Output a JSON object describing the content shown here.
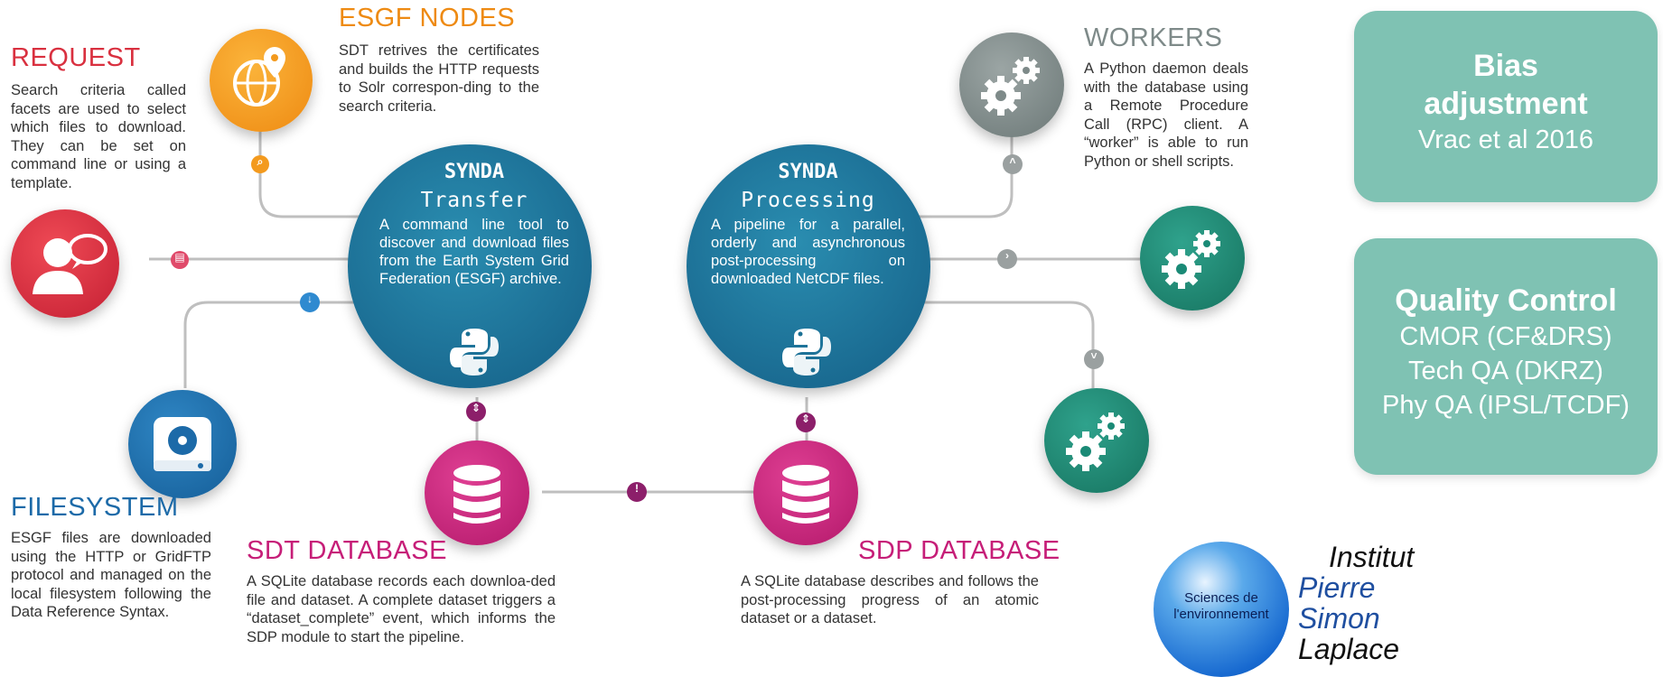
{
  "request": {
    "title": "REQUEST",
    "text": "Search criteria called facets are used to select which files to download. They can be set on command line or using a template."
  },
  "esgf_nodes": {
    "title": "ESGF NODES",
    "text": "SDT retrives the certificates and builds the HTTP requests to Solr correspon-ding to the search criteria."
  },
  "workers": {
    "title": "WORKERS",
    "text": "A Python daemon deals with the database using a Remote Procedure Call (RPC) client. A “worker” is able to run Python or shell scripts."
  },
  "filesystem": {
    "title": "FILESYSTEM",
    "text": "ESGF files are downloaded using the HTTP or GridFTP protocol and managed on the local filesystem following the Data Reference Syntax."
  },
  "sdt_database": {
    "title": "SDT DATABASE",
    "text": "A SQLite database records each downloa-ded file and dataset. A complete dataset triggers a “dataset_complete” event, which informs the SDP module to start the pipeline."
  },
  "sdp_database": {
    "title": "SDP DATABASE",
    "text": "A SQLite database describes and follows the post-processing progress of an atomic dataset or a dataset."
  },
  "synda_transfer": {
    "name": "SYNDA",
    "sub": "Transfer",
    "text": "A command line tool to discover and download files from the Earth System Grid Federation (ESGF) archive."
  },
  "synda_processing": {
    "name": "SYNDA",
    "sub": "Processing",
    "text": "A pipeline for a parallel, orderly and asynchronous post-processing on downloaded NetCDF files."
  },
  "bias_box": {
    "bold": "Bias adjustment",
    "line1": "Vrac et al 2016"
  },
  "qc_box": {
    "bold": "Quality Control",
    "line1": "CMOR (CF&DRS)",
    "line2": "Tech QA (DKRZ)",
    "line3": "Phy QA (IPSL/TCDF)"
  },
  "logo": {
    "globe_text": "Sciences de l'environnement",
    "institut": "Institut",
    "pierre": "Pierre",
    "simon": "Simon",
    "laplace": "Laplace"
  },
  "colors": {
    "request": "#d9303f",
    "esgf": "#f39a1e",
    "synda": "#1a6f94",
    "database": "#c61e78",
    "filesystem": "#1c6aa8",
    "workers_gray": "#7e8a89",
    "workers_teal": "#1a8a76",
    "box": "#7fc2b3",
    "logo_blue": "#1f4fa0"
  },
  "icons": [
    "user-speech-icon",
    "globe-pin-icon",
    "hard-drive-icon",
    "database-icon",
    "gears-icon",
    "python-logo-icon"
  ]
}
